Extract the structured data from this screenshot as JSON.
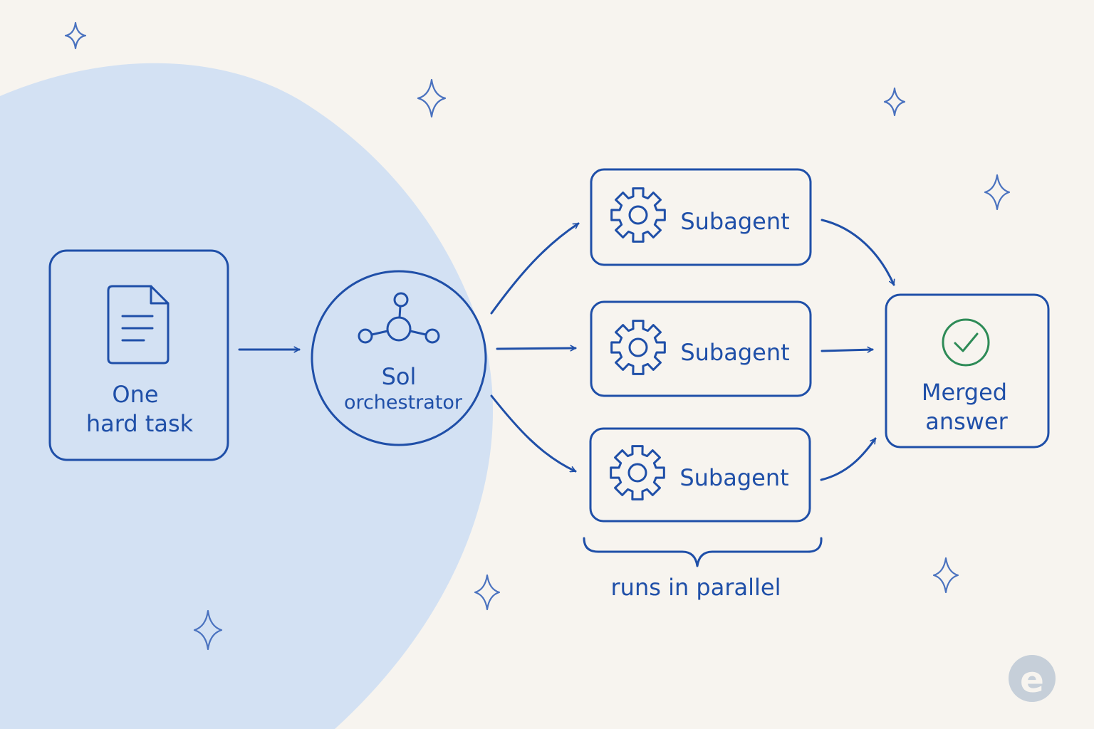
{
  "colors": {
    "background": "#f7f4ef",
    "blob": "#d3e1f3",
    "ink": "#1f4fa8",
    "sparkle": "#4a72bf",
    "check": "#2e8b57",
    "logo": "#c6cfd9"
  },
  "task": {
    "line1": "One",
    "line2": "hard task",
    "icon": "document-icon"
  },
  "orchestrator": {
    "line1": "Sol",
    "line2": "orchestrator",
    "icon": "network-hub-icon"
  },
  "subagents": [
    {
      "label": "Subagent",
      "icon": "gear-icon"
    },
    {
      "label": "Subagent",
      "icon": "gear-icon"
    },
    {
      "label": "Subagent",
      "icon": "gear-icon"
    }
  ],
  "parallel_caption": "runs in parallel",
  "merged": {
    "line1": "Merged",
    "line2": "answer",
    "icon": "check-circle-icon"
  },
  "logo": {
    "letter": "e",
    "icon": "brand-logo-icon"
  }
}
